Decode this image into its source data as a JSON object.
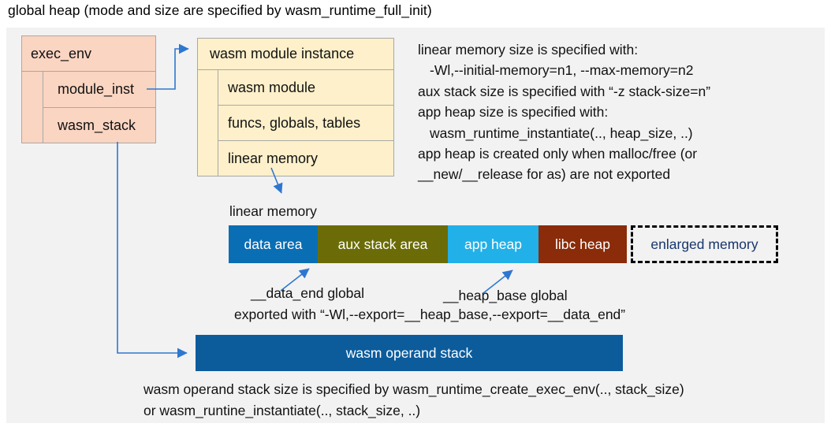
{
  "title": "global heap (mode and size are specified by wasm_runtime_full_init)",
  "exec_env": {
    "header": "exec_env",
    "rows": [
      "module_inst",
      "wasm_stack"
    ]
  },
  "module_instance": {
    "header": "wasm module instance",
    "rows": [
      "wasm module",
      "funcs, globals, tables",
      "linear memory"
    ]
  },
  "notes": {
    "lines": [
      "linear memory size is specified with:",
      "-Wl,--initial-memory=n1, --max-memory=n2",
      "aux stack size is specified with “-z stack-size=n”",
      "app heap size is specified with:",
      "wasm_runtime_instantiate(.., heap_size, ..)",
      "app heap is created only when malloc/free (or",
      "__new/__release for as) are not exported"
    ]
  },
  "linear_memory": {
    "label": "linear memory",
    "segments": [
      {
        "label": "data area",
        "color": "#0a6eb4"
      },
      {
        "label": "aux stack area",
        "color": "#6b6c07"
      },
      {
        "label": "app heap",
        "color": "#22b0e8"
      },
      {
        "label": "libc heap",
        "color": "#8a2b09"
      }
    ],
    "enlarged": {
      "label": "enlarged memory",
      "text_color": "#17356b"
    }
  },
  "annotations": {
    "data_end": "__data_end global",
    "heap_base": "__heap_base global",
    "exported": "exported with “-Wl,--export=__heap_base,--export=__data_end”"
  },
  "operand_stack": {
    "label": "wasm operand stack",
    "color": "#0c5c9c"
  },
  "footer": {
    "lines": [
      "wasm operand stack size is specified by wasm_runtime_create_exec_env(.., stack_size)",
      "or wasm_runtine_instantiate(.., stack_size, ..)"
    ]
  },
  "colors": {
    "canvas_bg": "#f2f2f2",
    "box_border": "#a8a8a8",
    "exec_env_fill": "#fad5c2",
    "module_instance_fill": "#fdf0ca",
    "arrow": "#2e77d0",
    "text": "#111111"
  }
}
